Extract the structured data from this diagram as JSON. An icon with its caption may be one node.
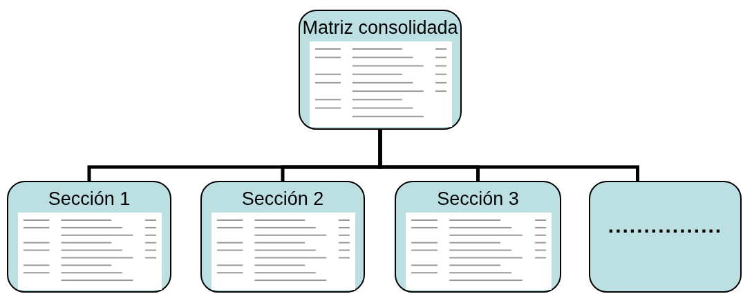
{
  "diagram": {
    "nodes": [
      {
        "text": [
          "Matriz consolidada"
        ]
      },
      {
        "text": [
          "Sección 1"
        ]
      },
      {
        "text": [
          "Sección 2"
        ]
      },
      {
        "text": [
          "Sección 3"
        ]
      },
      {
        "text": [
          "................"
        ]
      }
    ],
    "edges": [
      {
        "from": 0,
        "to": 1,
        "arrow": "none"
      },
      {
        "from": 0,
        "to": 2,
        "arrow": "none"
      },
      {
        "from": 0,
        "to": 3,
        "arrow": "none"
      },
      {
        "from": 0,
        "to": 4,
        "arrow": "none"
      }
    ]
  }
}
